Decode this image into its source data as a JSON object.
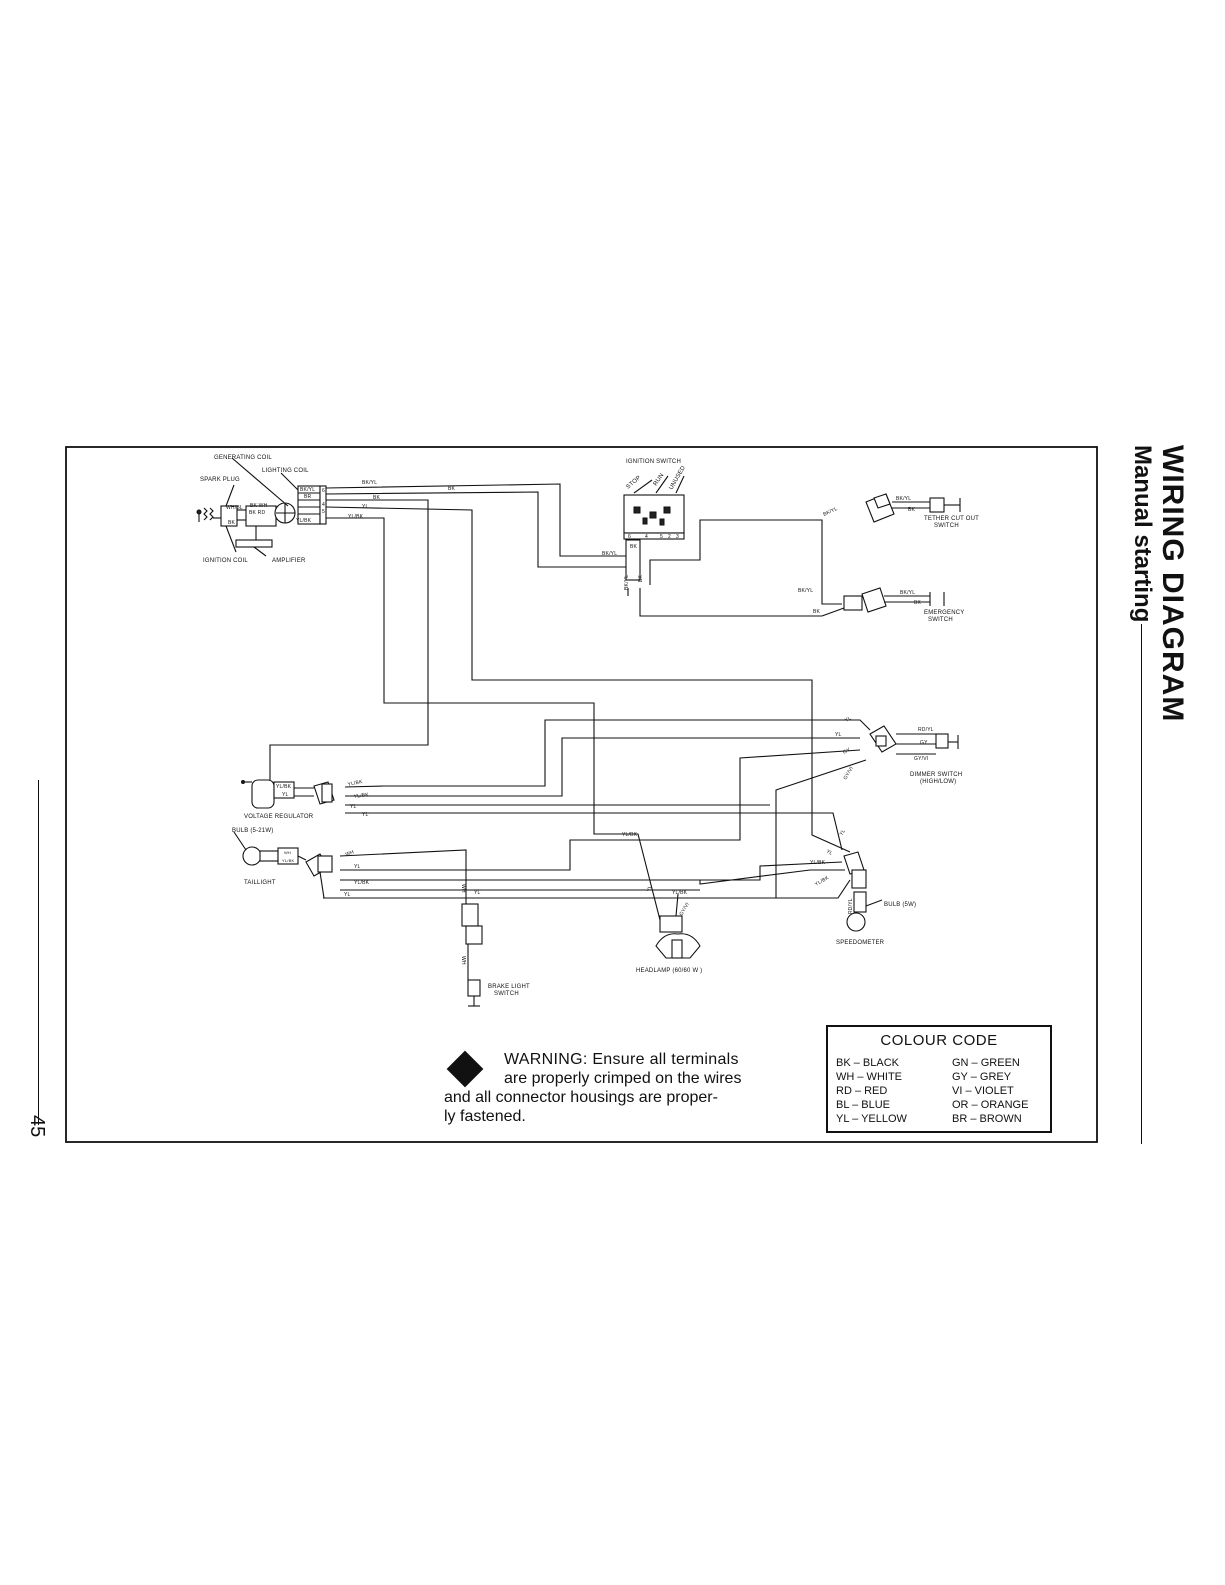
{
  "sidebar": {
    "title": "WIRING DIAGRAM",
    "subtitle": "Manual starting"
  },
  "page_number": "45",
  "diagram": {
    "components": {
      "generating_coil": "GENERATING COIL",
      "lighting_coil": "LIGHTING COIL",
      "spark_plug": "SPARK PLUG",
      "ignition_coil": "IGNITION COIL",
      "amplifier": "AMPLIFIER",
      "ignition_switch": "IGNITION SWITCH",
      "switch_stop": "STOP",
      "switch_run": "RUN",
      "switch_unused": "UNUSED",
      "tether_cut_out_1": "TETHER CUT OUT",
      "tether_cut_out_2": "SWITCH",
      "emergency_switch_1": "EMERGENCY",
      "emergency_switch_2": "SWITCH",
      "dimmer_switch_1": "DIMMER SWITCH",
      "dimmer_switch_2": "(HIGH/LOW)",
      "voltage_regulator": "VOLTAGE REGULATOR",
      "bulb_tail": "BULB (5-21W)",
      "taillight": "TAILLIGHT",
      "brake_switch_1": "BRAKE LIGHT",
      "brake_switch_2": "SWITCH",
      "headlamp": "HEADLAMP (60/60 W )",
      "bulb_speedo": "BULB (5W)",
      "speedometer": "SPEEDOMETER"
    },
    "wire_labels": {
      "bk_yl": "BK/YL",
      "bk": "BK",
      "yl": "YL",
      "yl_bk": "YL/BK",
      "br": "BR",
      "wh_bl": "WH/BL",
      "bk_wh": "BK WH",
      "bk_rd": "BK RD",
      "wh": "WH",
      "gy": "GY",
      "gy_vi": "GY/VI",
      "rd_yl": "RD/YL"
    },
    "terminal_numbers": {
      "t6": "6",
      "t4": "4",
      "t5": "5",
      "t2": "2",
      "t3": "3",
      "t7": "7",
      "t1": "1"
    }
  },
  "warning": {
    "line1": "WARNING: Ensure all terminals",
    "line2": "are properly crimped on the wires",
    "line3": "and all connector housings are proper-",
    "line4": "ly fastened."
  },
  "colour_code": {
    "title": "COLOUR CODE",
    "rows": [
      {
        "left": "BK  – BLACK",
        "right": "GN – GREEN"
      },
      {
        "left": "WH – WHITE",
        "right": "GY – GREY"
      },
      {
        "left": "RD  – RED",
        "right": "VI  – VIOLET"
      },
      {
        "left": "BL  – BLUE",
        "right": "OR – ORANGE"
      },
      {
        "left": "YL  – YELLOW",
        "right": "BR – BROWN"
      }
    ]
  }
}
